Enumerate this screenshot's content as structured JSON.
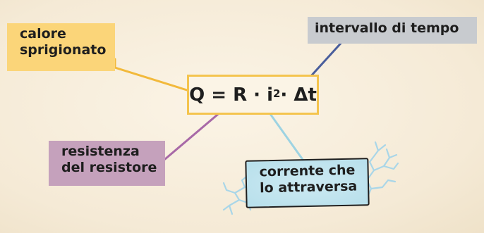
{
  "labels": {
    "calore": {
      "line1": "calore",
      "line2": "sprigionato"
    },
    "intervallo": "intervallo di tempo",
    "resistenza": {
      "line1": "resistenza",
      "line2": "del resistore"
    },
    "corrente": {
      "line1": "corrente che",
      "line2": "lo attraversa"
    }
  },
  "formula": {
    "lhs": "Q = R · i",
    "exponent": "2",
    "rhs": " · Δt"
  },
  "colors": {
    "calore": "#fbd579",
    "intervallo": "#c8cbcf",
    "resistenza": "#c5a1bc",
    "corrente": "#bfe2ec",
    "formula_border": "#f4c44e",
    "line_calore": "#f2b93b",
    "line_intervallo": "#4a5e9c",
    "line_resistenza": "#a869a7",
    "line_corrente": "#9dd3e2"
  }
}
